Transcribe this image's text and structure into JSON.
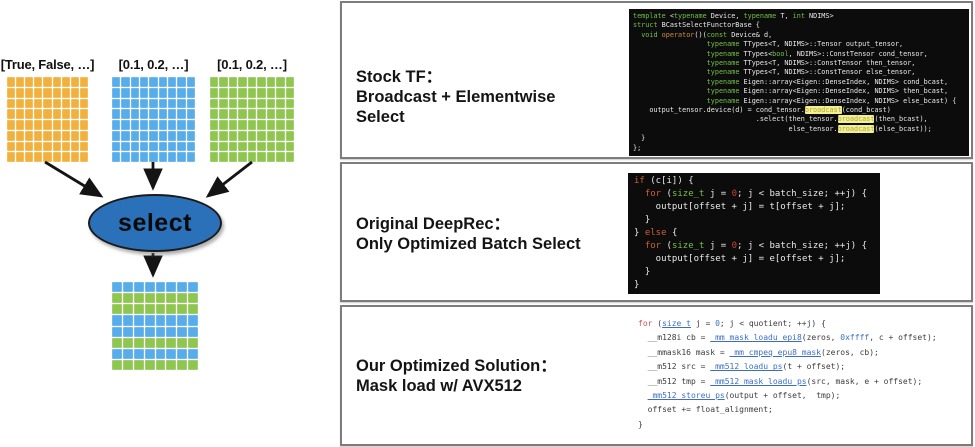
{
  "figure": {
    "diagram": {
      "condition_label": "[True, False, …]",
      "then_label": "[0.1, 0.2, …]",
      "else_label": "[0.1, 0.2, …]",
      "select_label": "select",
      "colors": {
        "condition": "#F2B13D",
        "then": "#57ACEA",
        "else": "#8FC64F",
        "select_fill": "#2B71B9",
        "arrow": "#141414",
        "highlight": "#F3EF93",
        "keyword_green": "#74C048",
        "keyword_orange": "#CD5F33",
        "intrinsic_blue": "#3C6EC5"
      },
      "input_grid": {
        "cols": 9,
        "rows": 8
      },
      "output_grid": {
        "cols": 8,
        "row_colors": [
          "then",
          "else",
          "else",
          "then",
          "then",
          "else",
          "then",
          "else"
        ]
      }
    },
    "panels": [
      {
        "title_lines": [
          "Stock TF：",
          "Broadcast + Elementwise",
          "Select"
        ],
        "code_style": "dark",
        "code_lines": [
          [
            [
              "k",
              "template"
            ],
            [
              "p",
              " <"
            ],
            [
              "k",
              "typename"
            ],
            [
              "p",
              " Device, "
            ],
            [
              "k",
              "typename"
            ],
            [
              "p",
              " T, "
            ],
            [
              "k",
              "int"
            ],
            [
              "p",
              " NDIMS>"
            ]
          ],
          [
            [
              "k",
              "struct"
            ],
            [
              "p",
              " BCastSelectFunctorBase {"
            ]
          ],
          [
            [
              "p",
              "  "
            ],
            [
              "k",
              "void"
            ],
            [
              "p",
              " "
            ],
            [
              "o",
              "operator"
            ],
            [
              "p",
              "()("
            ],
            [
              "k",
              "const"
            ],
            [
              "p",
              " Device& d,"
            ]
          ],
          [
            [
              "p",
              "                  "
            ],
            [
              "k",
              "typename"
            ],
            [
              "p",
              " TTypes<T, NDIMS>::Tensor output_tensor,"
            ]
          ],
          [
            [
              "p",
              "                  "
            ],
            [
              "k",
              "typename"
            ],
            [
              "p",
              " TTypes<"
            ],
            [
              "k",
              "bool"
            ],
            [
              "p",
              ", NDIMS>::ConstTensor cond_tensor,"
            ]
          ],
          [
            [
              "p",
              "                  "
            ],
            [
              "k",
              "typename"
            ],
            [
              "p",
              " TTypes<T, NDIMS>::ConstTensor then_tensor,"
            ]
          ],
          [
            [
              "p",
              "                  "
            ],
            [
              "k",
              "typename"
            ],
            [
              "p",
              " TTypes<T, NDIMS>::ConstTensor else_tensor,"
            ]
          ],
          [
            [
              "p",
              "                  "
            ],
            [
              "k",
              "typename"
            ],
            [
              "p",
              " Eigen::array<Eigen::DenseIndex, NDIMS> cond_bcast,"
            ]
          ],
          [
            [
              "p",
              "                  "
            ],
            [
              "k",
              "typename"
            ],
            [
              "p",
              " Eigen::array<Eigen::DenseIndex, NDIMS> then_bcast,"
            ]
          ],
          [
            [
              "p",
              "                  "
            ],
            [
              "k",
              "typename"
            ],
            [
              "p",
              " Eigen::array<Eigen::DenseIndex, NDIMS> else_bcast) {"
            ]
          ],
          [
            [
              "p",
              "    output_tensor.device(d) = cond_tensor."
            ],
            [
              "h",
              "broadcast"
            ],
            [
              "p",
              "(cond_bcast)"
            ]
          ],
          [
            [
              "p",
              "                              .select(then_tensor."
            ],
            [
              "h",
              "broadcast"
            ],
            [
              "p",
              "(then_bcast),"
            ]
          ],
          [
            [
              "p",
              "                                      else_tensor."
            ],
            [
              "h",
              "broadcast"
            ],
            [
              "p",
              "(else_bcast));"
            ]
          ],
          [
            [
              "p",
              "  }"
            ]
          ],
          [
            [
              "p",
              "};"
            ]
          ]
        ]
      },
      {
        "title_lines": [
          "Original DeepRec：",
          "Only Optimized Batch Select"
        ],
        "code_style": "dark",
        "code_lines": [
          [
            [
              "r",
              "if"
            ],
            [
              "p",
              " (c[i]) {"
            ]
          ],
          [
            [
              "p",
              "  "
            ],
            [
              "r",
              "for"
            ],
            [
              "p",
              " ("
            ],
            [
              "g",
              "size_t"
            ],
            [
              "p",
              " j = "
            ],
            [
              "n",
              "0"
            ],
            [
              "p",
              "; j < batch_size; ++j) {"
            ]
          ],
          [
            [
              "p",
              "    output[offset + j] = t[offset + j];"
            ]
          ],
          [
            [
              "p",
              "  }"
            ]
          ],
          [
            [
              "p",
              "} "
            ],
            [
              "r",
              "else"
            ],
            [
              "p",
              " {"
            ]
          ],
          [
            [
              "p",
              "  "
            ],
            [
              "r",
              "for"
            ],
            [
              "p",
              " ("
            ],
            [
              "g",
              "size_t"
            ],
            [
              "p",
              " j = "
            ],
            [
              "n",
              "0"
            ],
            [
              "p",
              "; j < batch_size; ++j) {"
            ]
          ],
          [
            [
              "p",
              "    output[offset + j] = e[offset + j];"
            ]
          ],
          [
            [
              "p",
              "  }"
            ]
          ],
          [
            [
              "p",
              "}"
            ]
          ]
        ]
      },
      {
        "title_lines": [
          "Our Optimized Solution：",
          "Mask load w/ AVX512"
        ],
        "code_style": "light",
        "code_lines": [
          [
            [
              "r",
              "for"
            ],
            [
              "p",
              " ("
            ],
            [
              "u",
              "size_t"
            ],
            [
              "p",
              " j = "
            ],
            [
              "b",
              "0"
            ],
            [
              "p",
              "; j < quotient; ++j) {"
            ]
          ],
          [
            [
              "p",
              "  __m128i cb = "
            ],
            [
              "u",
              "_mm_mask_loadu_epi8"
            ],
            [
              "p",
              "(zeros, "
            ],
            [
              "b",
              "0xffff"
            ],
            [
              "p",
              ", c + offset);"
            ]
          ],
          [
            [
              "p",
              "  __mmask16 mask = "
            ],
            [
              "u",
              "_mm_cmpeq_epu8_mask"
            ],
            [
              "p",
              "(zeros, cb);"
            ]
          ],
          [
            [
              "p",
              "  __m512 src = "
            ],
            [
              "u",
              "_mm512_loadu_ps"
            ],
            [
              "p",
              "(t + offset);"
            ]
          ],
          [
            [
              "p",
              "  __m512 tmp = "
            ],
            [
              "u",
              "_mm512_mask_loadu_ps"
            ],
            [
              "p",
              "(src, mask, e + offset);"
            ]
          ],
          [
            [
              "p",
              "  "
            ],
            [
              "u",
              "_mm512_storeu_ps"
            ],
            [
              "p",
              "(output + offset,  tmp);"
            ]
          ],
          [
            [
              "p",
              "  offset += float_alignment;"
            ]
          ],
          [
            [
              "p",
              "}"
            ]
          ]
        ]
      }
    ]
  }
}
